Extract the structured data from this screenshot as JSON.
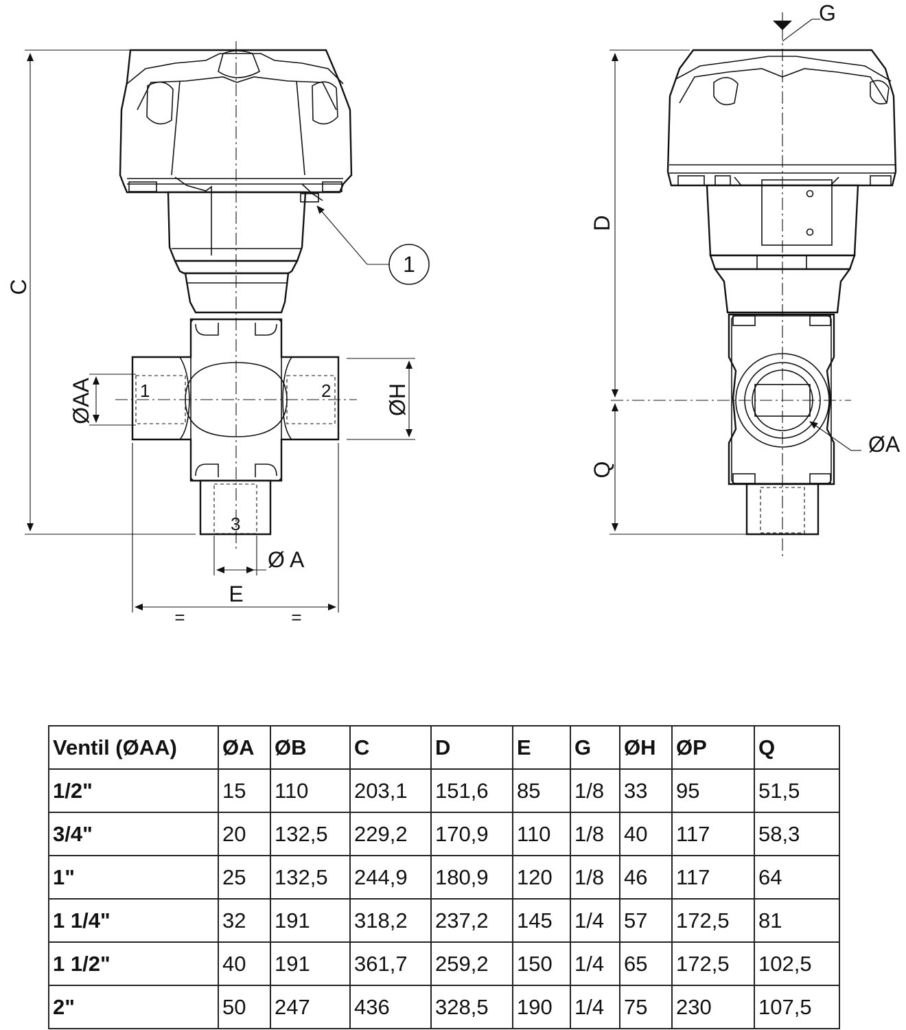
{
  "drawing": {
    "left_view": {
      "callout_number": "1",
      "port_labels": [
        "1",
        "2",
        "3"
      ],
      "dimension_labels": {
        "height": "C",
        "port_diameter": "ØAA",
        "h_diameter": "ØH",
        "bottom_diameter": "Ø A",
        "width": "E",
        "equal_left": "=",
        "equal_right": "="
      }
    },
    "right_view": {
      "dimension_labels": {
        "top": "G",
        "upper_height": "D",
        "lower_height": "Q",
        "port_diameter": "ØA"
      }
    }
  },
  "table": {
    "headers": [
      "Ventil (ØAA)",
      "ØA",
      "ØB",
      "C",
      "D",
      "E",
      "G",
      "ØH",
      "ØP",
      "Q"
    ],
    "rows": [
      [
        "1/2\"",
        "15",
        "110",
        "203,1",
        "151,6",
        "85",
        "1/8",
        "33",
        "95",
        "51,5"
      ],
      [
        "3/4\"",
        "20",
        "132,5",
        "229,2",
        "170,9",
        "110",
        "1/8",
        "40",
        "117",
        "58,3"
      ],
      [
        "1\"",
        "25",
        "132,5",
        "244,9",
        "180,9",
        "120",
        "1/8",
        "46",
        "117",
        "64"
      ],
      [
        "1 1/4\"",
        "32",
        "191",
        "318,2",
        "237,2",
        "145",
        "1/4",
        "57",
        "172,5",
        "81"
      ],
      [
        "1 1/2\"",
        "40",
        "191",
        "361,7",
        "259,2",
        "150",
        "1/4",
        "65",
        "172,5",
        "102,5"
      ],
      [
        "2\"",
        "50",
        "247",
        "436",
        "328,5",
        "190",
        "1/4",
        "75",
        "230",
        "107,5"
      ]
    ]
  }
}
